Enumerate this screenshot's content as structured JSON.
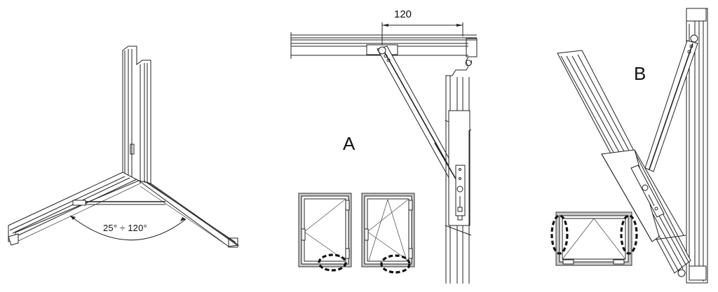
{
  "figure": {
    "description": "Window friction stay / restrictor arm technical illustration in three views",
    "panels": [
      {
        "id": "isometric",
        "angle_range_label": "25° ÷ 120°",
        "angle_min_deg": 25,
        "angle_max_deg": 120
      },
      {
        "id": "A",
        "label": "A",
        "dimension_label": "120",
        "insets": [
          {
            "type": "side-hung casement",
            "highlight": "bottom-right corner (dashed ellipse)"
          },
          {
            "type": "tilt-and-turn",
            "highlight": "bottom-right corner (dashed ellipse)"
          }
        ]
      },
      {
        "id": "B",
        "label": "B",
        "insets": [
          {
            "type": "bottom-hung / top-opening hopper",
            "highlight": "left and right sides (dashed ellipses)"
          }
        ]
      }
    ],
    "colors": {
      "line": "#222222",
      "frame_fill": "#c8c8c8",
      "background": "#ffffff"
    }
  }
}
